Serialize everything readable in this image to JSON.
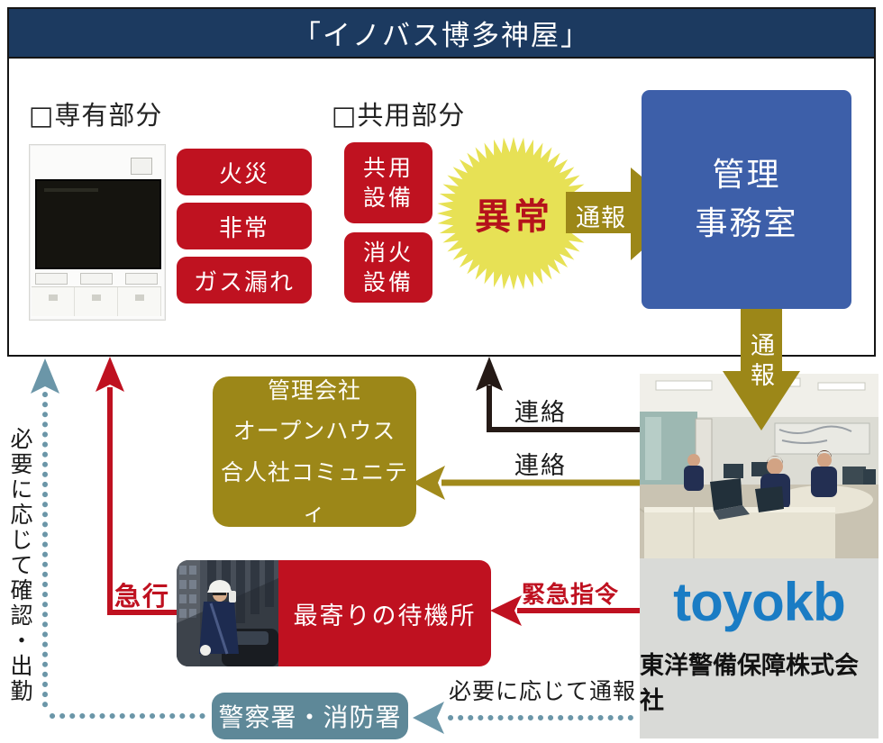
{
  "header": {
    "title": "「イノバス博多神屋」"
  },
  "top_panel": {
    "private_section_label": "□専有部分",
    "common_section_label": "□共用部分",
    "private_alarm_buttons": [
      "火災",
      "非常",
      "ガス漏れ"
    ],
    "common_alarm_buttons": [
      {
        "line1": "共用",
        "line2": "設備"
      },
      {
        "line1": "消火",
        "line2": "設備"
      }
    ],
    "alert_burst_label": "異常",
    "report_arrow_label": "通報",
    "management_office": {
      "line1": "管理",
      "line2": "事務室"
    }
  },
  "flow": {
    "report_down_label": "通報",
    "contact_up_label": "連絡",
    "contact_left_label": "連絡",
    "management_company": {
      "line1": "管理会社",
      "line2": "オープンハウス",
      "line3": "合人社コミュニティ"
    },
    "standby_station_label": "最寄りの待機所",
    "emergency_order_label": "緊急指令",
    "rush_label": "急行",
    "confirm_dispatch_note": "必要に応じて確認・出勤",
    "police_fire_label": "警察署・消防署",
    "report_as_needed_note": "必要に応じて通報"
  },
  "security_company": {
    "logo_text": "toyokb",
    "company_name": "東洋警備保障株式会社"
  },
  "colors": {
    "navy_header": "#1c3a60",
    "alarm_red": "#bf1220",
    "burst_yellow": "#e7e155",
    "burst_text_red": "#b5121b",
    "olive_gold": "#9c8718",
    "office_blue": "#3d5fa9",
    "police_teal": "#5e8898",
    "dotted_teal": "#6b96a8",
    "logo_blue": "#1a7cc4",
    "company_panel_gray": "#d9dad7",
    "contact_black": "#251a16"
  }
}
